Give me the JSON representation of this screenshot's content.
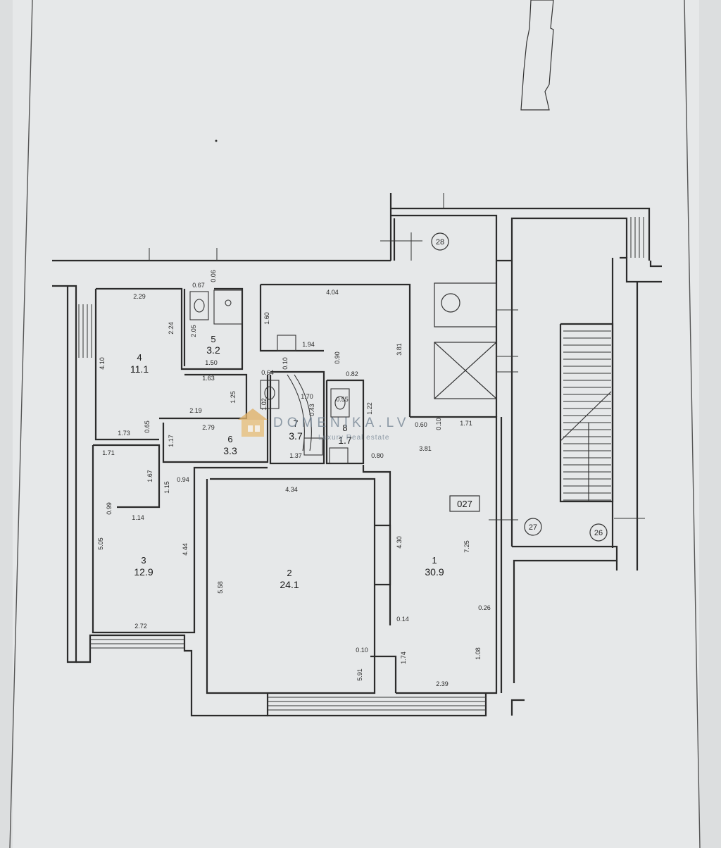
{
  "watermark": {
    "brand": "DOMENIKA.LV",
    "tagline": "Luxury Real estate"
  },
  "rooms": [
    {
      "id": "room-1",
      "number": "1",
      "area": "30.9"
    },
    {
      "id": "room-2",
      "number": "2",
      "area": "24.1"
    },
    {
      "id": "room-3",
      "number": "3",
      "area": "12.9"
    },
    {
      "id": "room-4",
      "number": "4",
      "area": "11.1"
    },
    {
      "id": "room-5",
      "number": "5",
      "area": "3.2"
    },
    {
      "id": "room-6",
      "number": "6",
      "area": "3.3"
    },
    {
      "id": "room-7",
      "number": "7",
      "area": "3.7"
    },
    {
      "id": "room-8",
      "number": "8",
      "area": "1.7"
    }
  ],
  "markers": {
    "m28": "28",
    "m27": "27",
    "m26": "26",
    "unit": "027"
  },
  "dims": {
    "d229": "2.29",
    "d224": "2.24",
    "d410": "4.10",
    "d173": "1.73",
    "d065": "0.65",
    "d067": "0.67",
    "d006": "0.06",
    "d205": "2.05",
    "d150": "1.50",
    "d163": "1.63",
    "d125": "1.25",
    "d404": "4.04",
    "d160": "1.60",
    "d194": "1.94",
    "d090": "0.90",
    "d082": "0.82",
    "d381a": "3.81",
    "d064": "0.64",
    "d010a": "0.10",
    "d170": "1.70",
    "d043": "0.43",
    "d055": "0.55",
    "d102": "1.02",
    "d219": "2.19",
    "d279": "2.79",
    "d117": "1.17",
    "d137": "1.37",
    "d122": "1.22",
    "d080": "0.80",
    "d060": "0.60",
    "d010b": "0.10",
    "d171": "1.71",
    "d381b": "3.81",
    "d171b": "1.71",
    "d167": "1.67",
    "d115": "1.15",
    "d094": "0.94",
    "d099": "0.99",
    "d114": "1.14",
    "d505": "5.05",
    "d444": "4.44",
    "d272": "2.72",
    "d434": "4.34",
    "d558": "5.58",
    "d430": "4.30",
    "d725": "7.25",
    "d026": "0.26",
    "d014": "0.14",
    "d010c": "0.10",
    "d591": "5.91",
    "d174": "1.74",
    "d108": "1.08",
    "d239": "2.39"
  }
}
